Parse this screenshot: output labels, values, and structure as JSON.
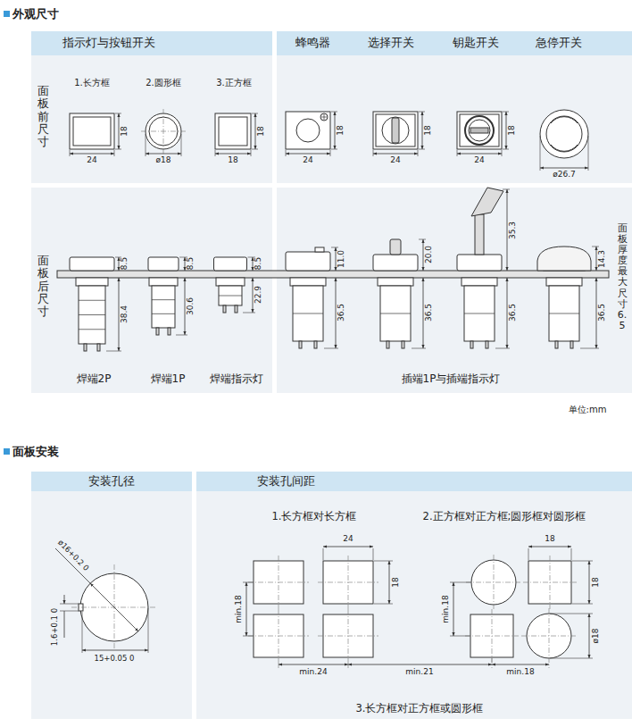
{
  "diagram": {
    "nodes": [
      {
        "text": [
          "指示灯与按钮开关"
        ]
      },
      {
        "text": [
          "蜂鸣器"
        ]
      },
      {
        "text": [
          "选择开关"
        ]
      },
      {
        "text": [
          "钥匙开关"
        ]
      },
      {
        "text": [
          "急停开关"
        ]
      },
      {
        "text": [
          "安装孔径"
        ]
      },
      {
        "text": [
          "安装孔间距"
        ]
      }
    ],
    "labels": [
      "外观尺寸",
      "1.长方框",
      "2.圆形框",
      "3.正方框",
      "18",
      "24",
      "ø18",
      "18",
      "18",
      "18",
      "24",
      "18",
      "24",
      "18",
      "24",
      "ø26.7",
      "8.5",
      "38.4",
      "8.5",
      "30.6",
      "8.5",
      "22.9",
      "11.0",
      "36.5",
      "20.0",
      "36.5",
      "35.3",
      "36.5",
      "14.3",
      "36.5",
      "面板厚度最大尺寸6.5",
      "焊端2P",
      "焊端1P",
      "焊端指示灯",
      "插端1P与插端指示灯",
      "单位:mm",
      "面板安装",
      "ø16+0.2 0",
      "1.6+0.1 0",
      "15+0.05 0",
      "1.长方框对长方框",
      "2.正方框对正方框;圆形框对圆形框",
      "24",
      "18",
      "min.18",
      "18",
      "18",
      "min.18",
      "ø18",
      "min.24",
      "min.21",
      "min.18",
      "3.长方框对正方框或圆形框",
      "面板前尺寸",
      "面板后尺寸"
    ]
  }
}
